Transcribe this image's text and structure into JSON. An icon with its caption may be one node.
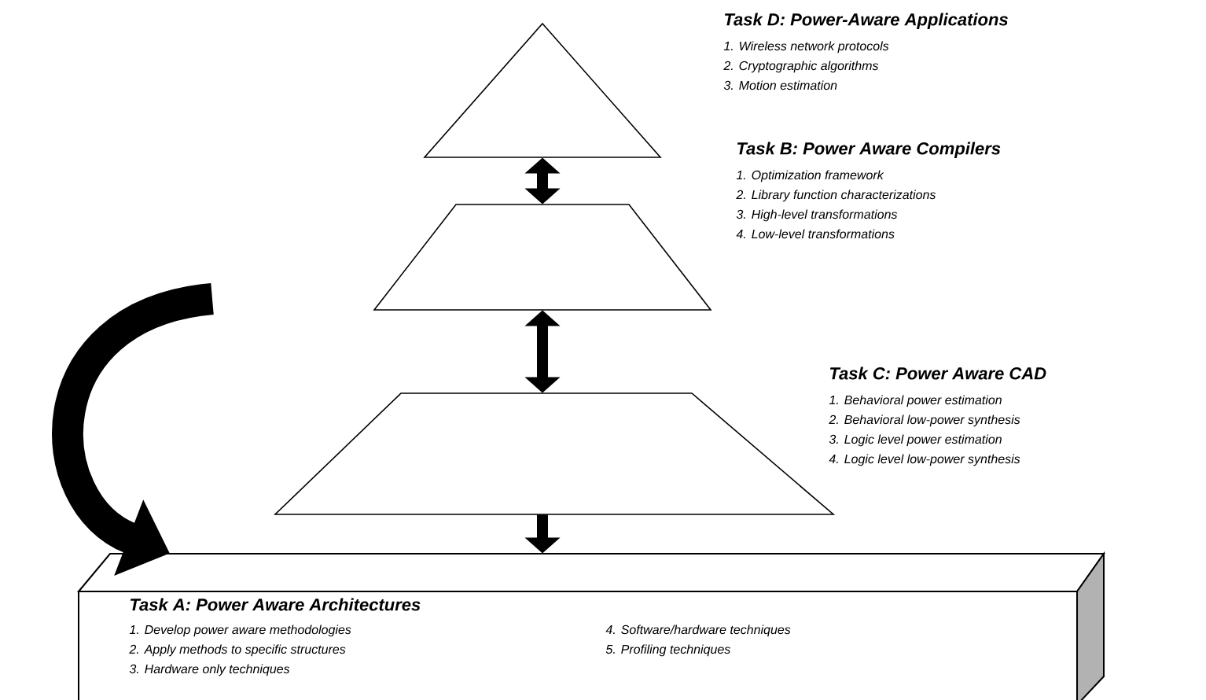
{
  "diagram": {
    "nodes": [
      {
        "text": [
          "Task D: Power-Aware Applications"
        ],
        "beside": [
          "1. Wireless network protocols",
          "2. Cryptographic algorithms",
          "3. Motion estimation"
        ]
      },
      {
        "text": [
          "Task B: Power Aware Compilers"
        ],
        "beside": [
          "1. Optimization framework",
          "2. Library function characterizations",
          "3. High-level transformations",
          "4. Low-level transformations"
        ]
      },
      {
        "text": [
          "Task C: Power Aware CAD"
        ],
        "beside": [
          "1. Behavioral power estimation",
          "2. Behavioral low-power synthesis",
          "3. Logic level power estimation",
          "4. Logic level low-power synthesis"
        ]
      },
      {
        "text": [
          "Task A: Power Aware Architectures",
          "1. Develop power aware methodologies",
          "2. Apply methods to specific structures",
          "3. Hardware only techniques",
          "4. Software/hardware techniques",
          "5. Profiling techniques"
        ]
      }
    ],
    "edges": [
      {
        "from": 0,
        "to": 1,
        "arrow": "both"
      },
      {
        "from": 1,
        "to": 2,
        "arrow": "both"
      },
      {
        "from": 2,
        "to": 3,
        "arrow": "to"
      },
      {
        "from": null,
        "to": 3,
        "arrow": "to",
        "style": "thick"
      }
    ]
  }
}
